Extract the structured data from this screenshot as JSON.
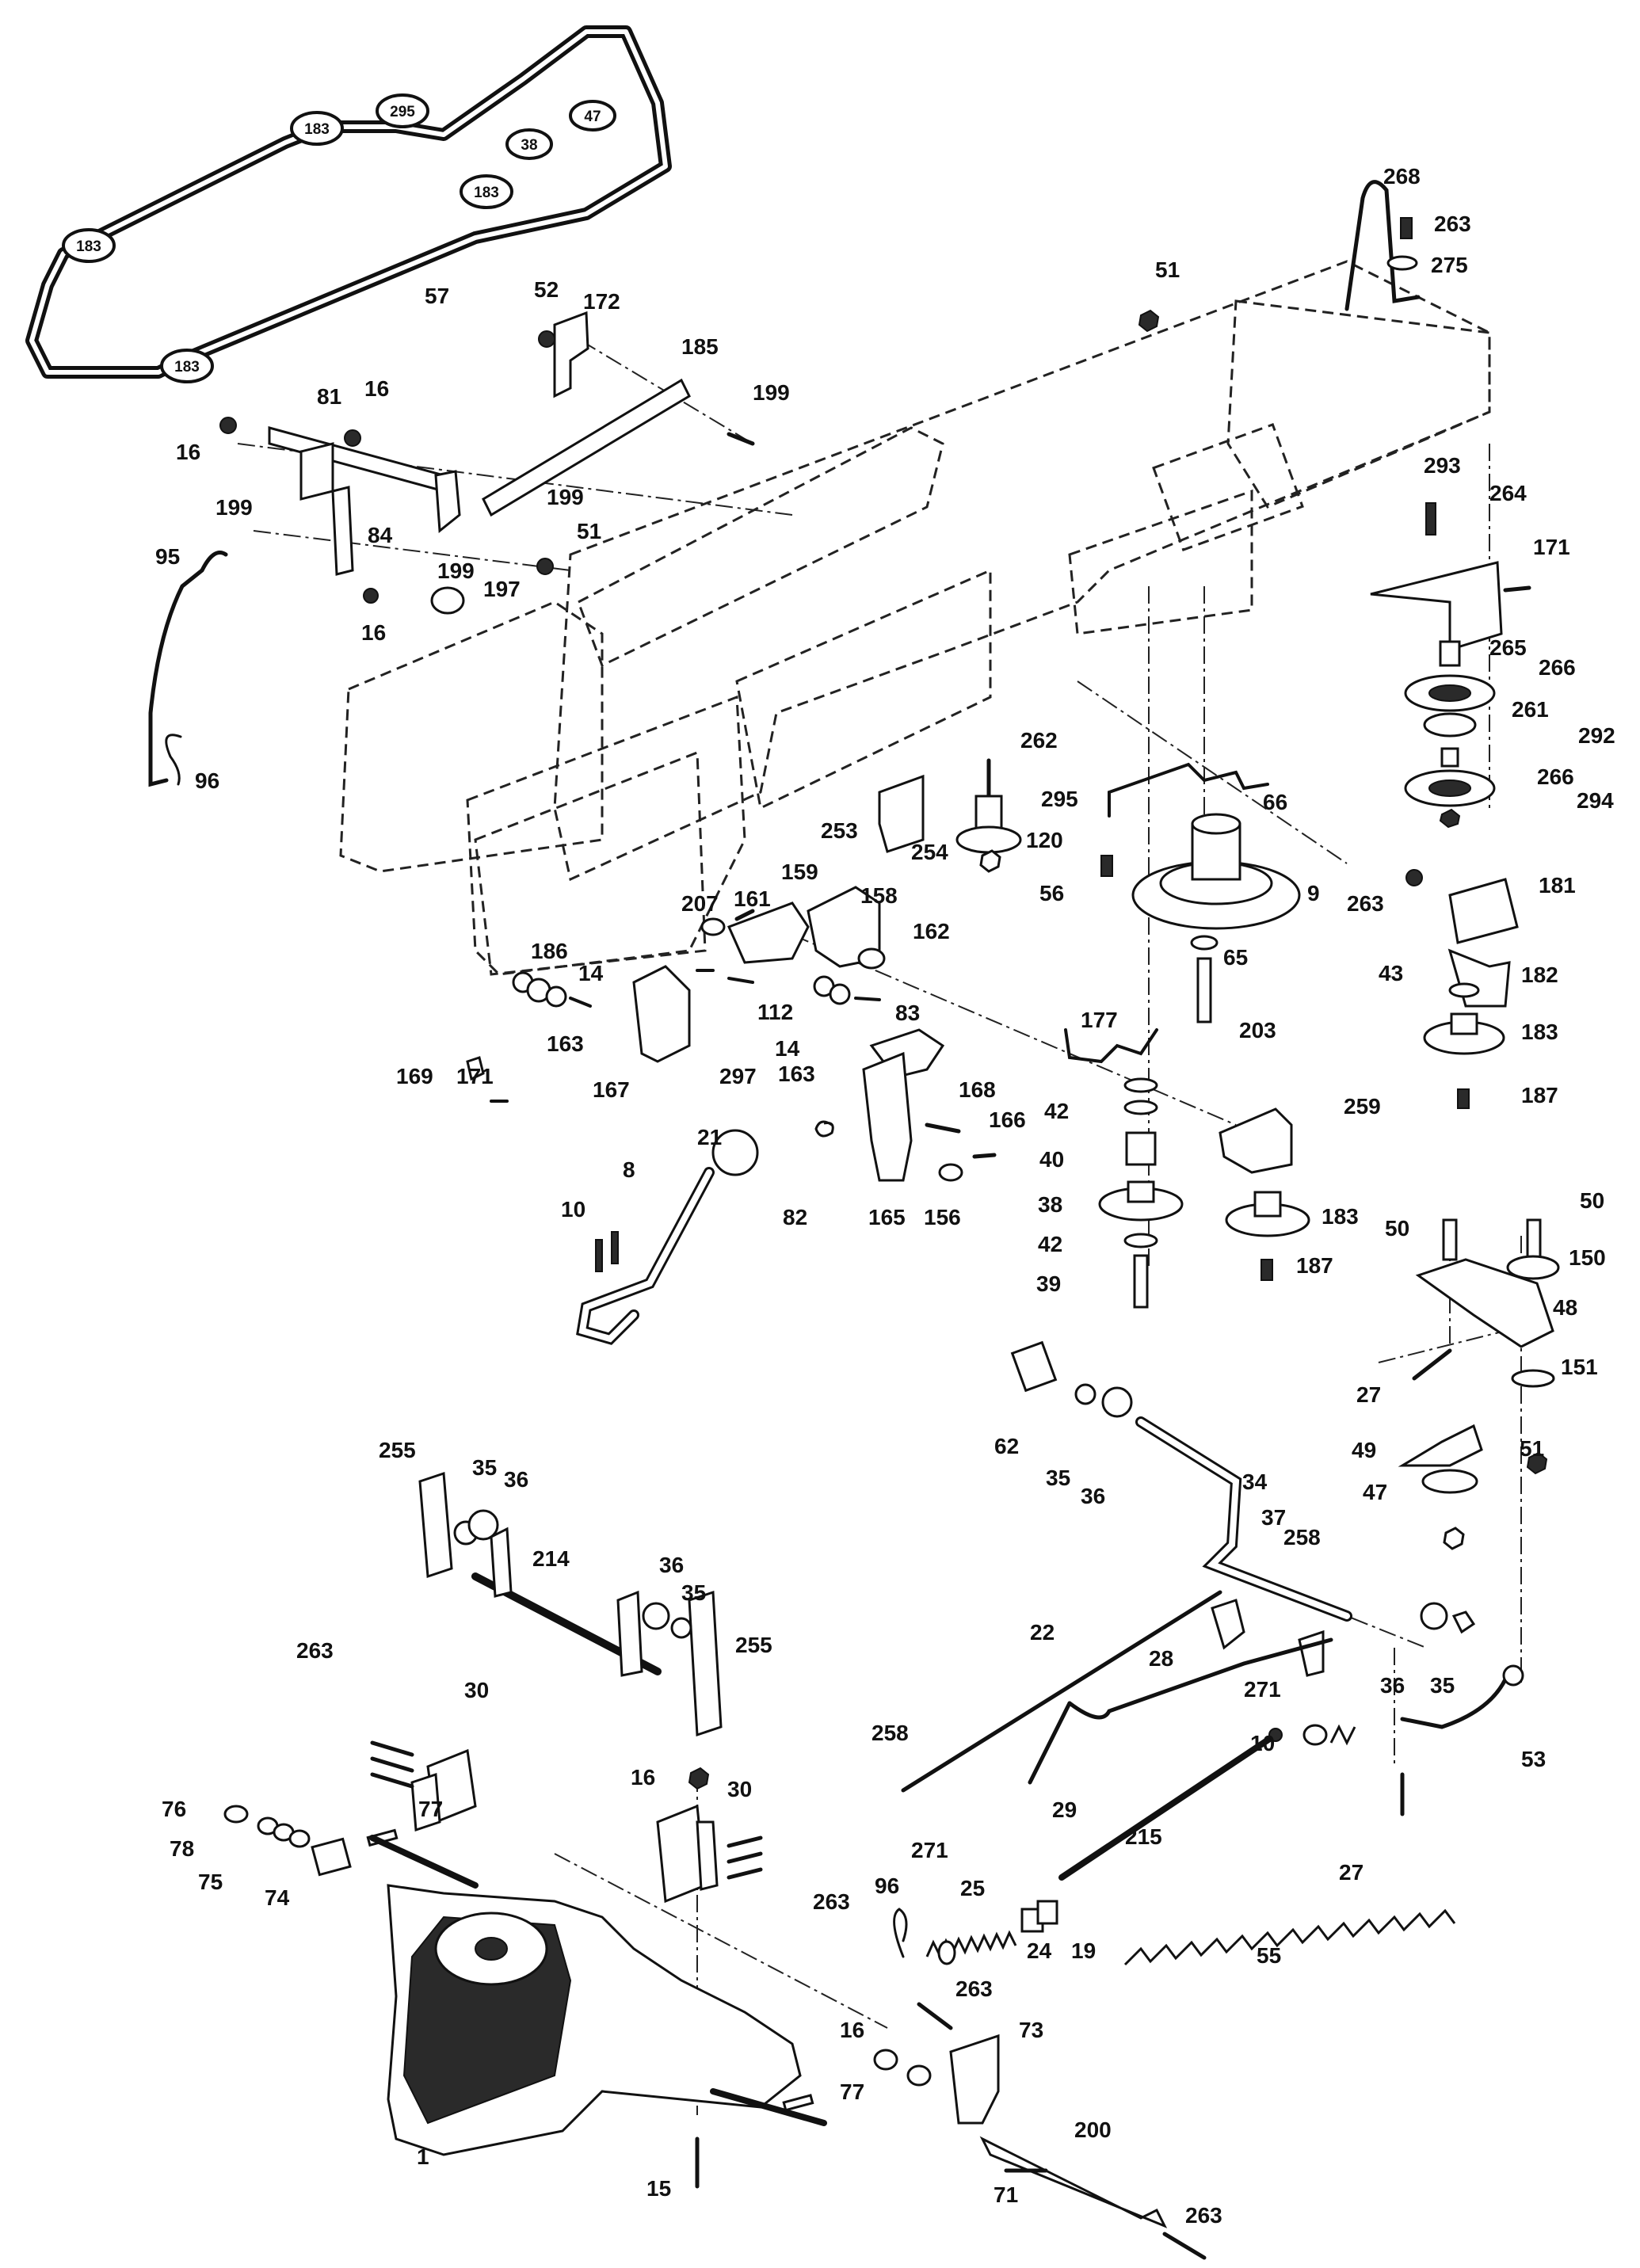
{
  "pulley_labels": [
    "183",
    "295",
    "47",
    "38",
    "183",
    "183",
    "183"
  ],
  "callouts": [
    "57",
    "268",
    "263",
    "275",
    "51",
    "52",
    "172",
    "185",
    "199",
    "81",
    "16",
    "16",
    "199",
    "199",
    "84",
    "51",
    "199",
    "197",
    "16",
    "95",
    "96",
    "293",
    "264",
    "171",
    "265",
    "266",
    "261",
    "292",
    "266",
    "294",
    "262",
    "295",
    "120",
    "253",
    "254",
    "66",
    "56",
    "9",
    "263",
    "181",
    "161",
    "159",
    "158",
    "207",
    "162",
    "186",
    "14",
    "163",
    "112",
    "14",
    "163",
    "297",
    "167",
    "83",
    "169",
    "171",
    "65",
    "203",
    "43",
    "182",
    "183",
    "187",
    "177",
    "42",
    "259",
    "40",
    "38",
    "42",
    "39",
    "183",
    "187",
    "21",
    "8",
    "82",
    "165",
    "156",
    "168",
    "166",
    "10",
    "50",
    "50",
    "150",
    "48",
    "27",
    "151",
    "62",
    "35",
    "36",
    "49",
    "47",
    "51",
    "34",
    "37",
    "255",
    "35",
    "36",
    "214",
    "36",
    "35",
    "255",
    "258",
    "22",
    "28",
    "36",
    "35",
    "271",
    "10",
    "53",
    "263",
    "30",
    "258",
    "29",
    "215",
    "27",
    "16",
    "30",
    "76",
    "77",
    "78",
    "75",
    "74",
    "263",
    "96",
    "271",
    "25",
    "24",
    "19",
    "55",
    "263",
    "73",
    "16",
    "77",
    "200",
    "1",
    "15",
    "71",
    "263"
  ]
}
